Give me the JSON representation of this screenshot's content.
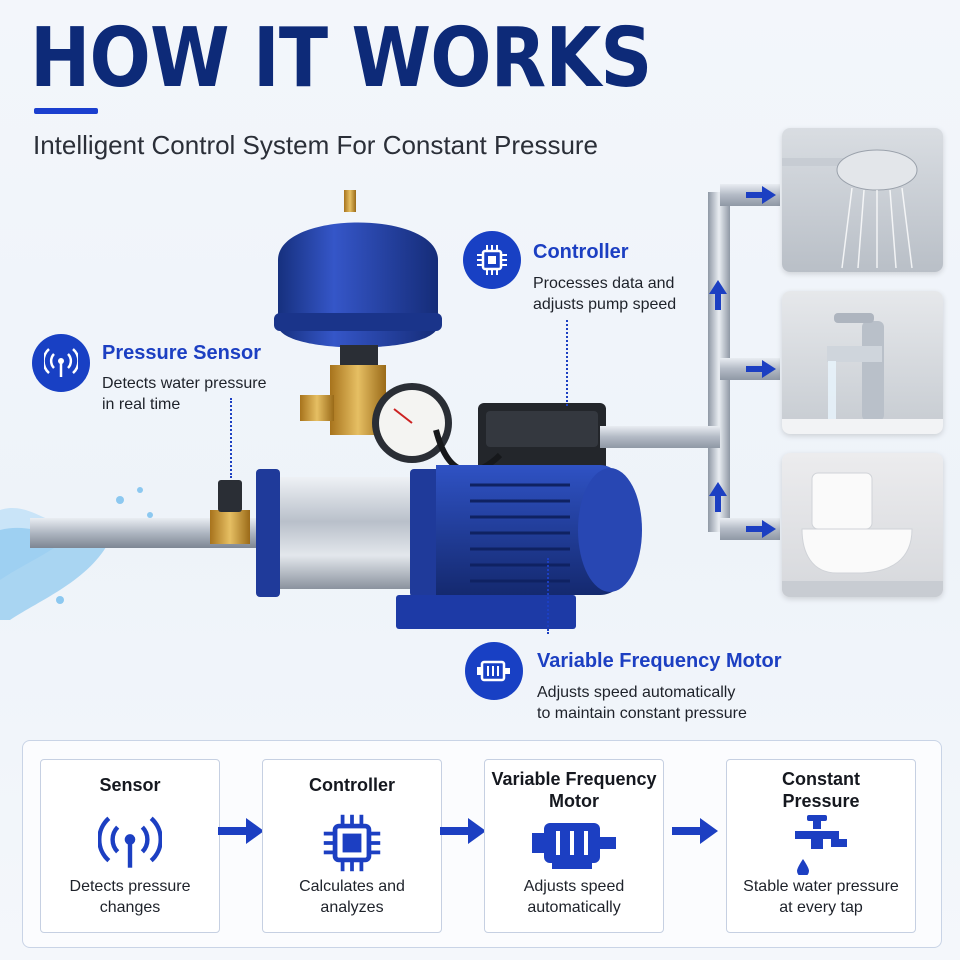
{
  "header": {
    "title": "HOW IT WORKS",
    "subtitle": "Intelligent Control System For Constant Pressure"
  },
  "callouts": {
    "pressure_sensor": {
      "title": "Pressure Sensor",
      "desc_line1": "Detects water pressure",
      "desc_line2": "in real time",
      "icon": "signal-icon"
    },
    "controller": {
      "title": "Controller",
      "desc_line1": "Processes data and",
      "desc_line2": "adjusts pump speed",
      "icon": "chip-icon"
    },
    "motor": {
      "title": "Variable Frequency Motor",
      "desc_line1": "Adjusts speed automatically",
      "desc_line2": "to maintain constant pressure",
      "icon": "motor-icon"
    }
  },
  "outlets": [
    {
      "name": "shower-photo"
    },
    {
      "name": "faucet-photo"
    },
    {
      "name": "toilet-photo"
    }
  ],
  "flow": {
    "steps": [
      {
        "title_line1": "Sensor",
        "title_line2": "",
        "desc_line1": "Detects pressure",
        "desc_line2": "changes",
        "icon": "signal-icon"
      },
      {
        "title_line1": "Controller",
        "title_line2": "",
        "desc_line1": "Calculates and",
        "desc_line2": "analyzes",
        "icon": "chip-icon"
      },
      {
        "title_line1": "Variable Frequency",
        "title_line2": "Motor",
        "desc_line1": "Adjusts speed",
        "desc_line2": "automatically",
        "icon": "motor-icon"
      },
      {
        "title_line1": "Constant",
        "title_line2": "Pressure",
        "desc_line1": "Stable water pressure",
        "desc_line2": "at every tap",
        "icon": "tap-icon"
      }
    ]
  },
  "colors": {
    "accent": "#1c3fc2",
    "title": "#0d2a78",
    "pump_blue": "#1f3fa0"
  }
}
